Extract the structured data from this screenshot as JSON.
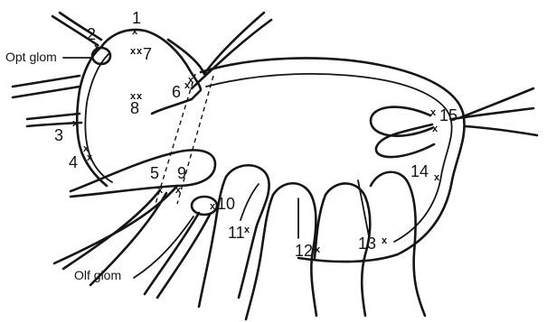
{
  "labels": {
    "n1": "1",
    "n2": "2",
    "n3": "3",
    "n4": "4",
    "n5": "5",
    "n6": "6",
    "n7": "7",
    "n8": "8",
    "n9": "9",
    "n10": "10",
    "n11": "11",
    "n12": "12",
    "n13": "13",
    "n14": "14",
    "n15": "15",
    "opt_glom": "Opt glom",
    "olf_glom": "Olf glom"
  },
  "marker_glyph": "x"
}
